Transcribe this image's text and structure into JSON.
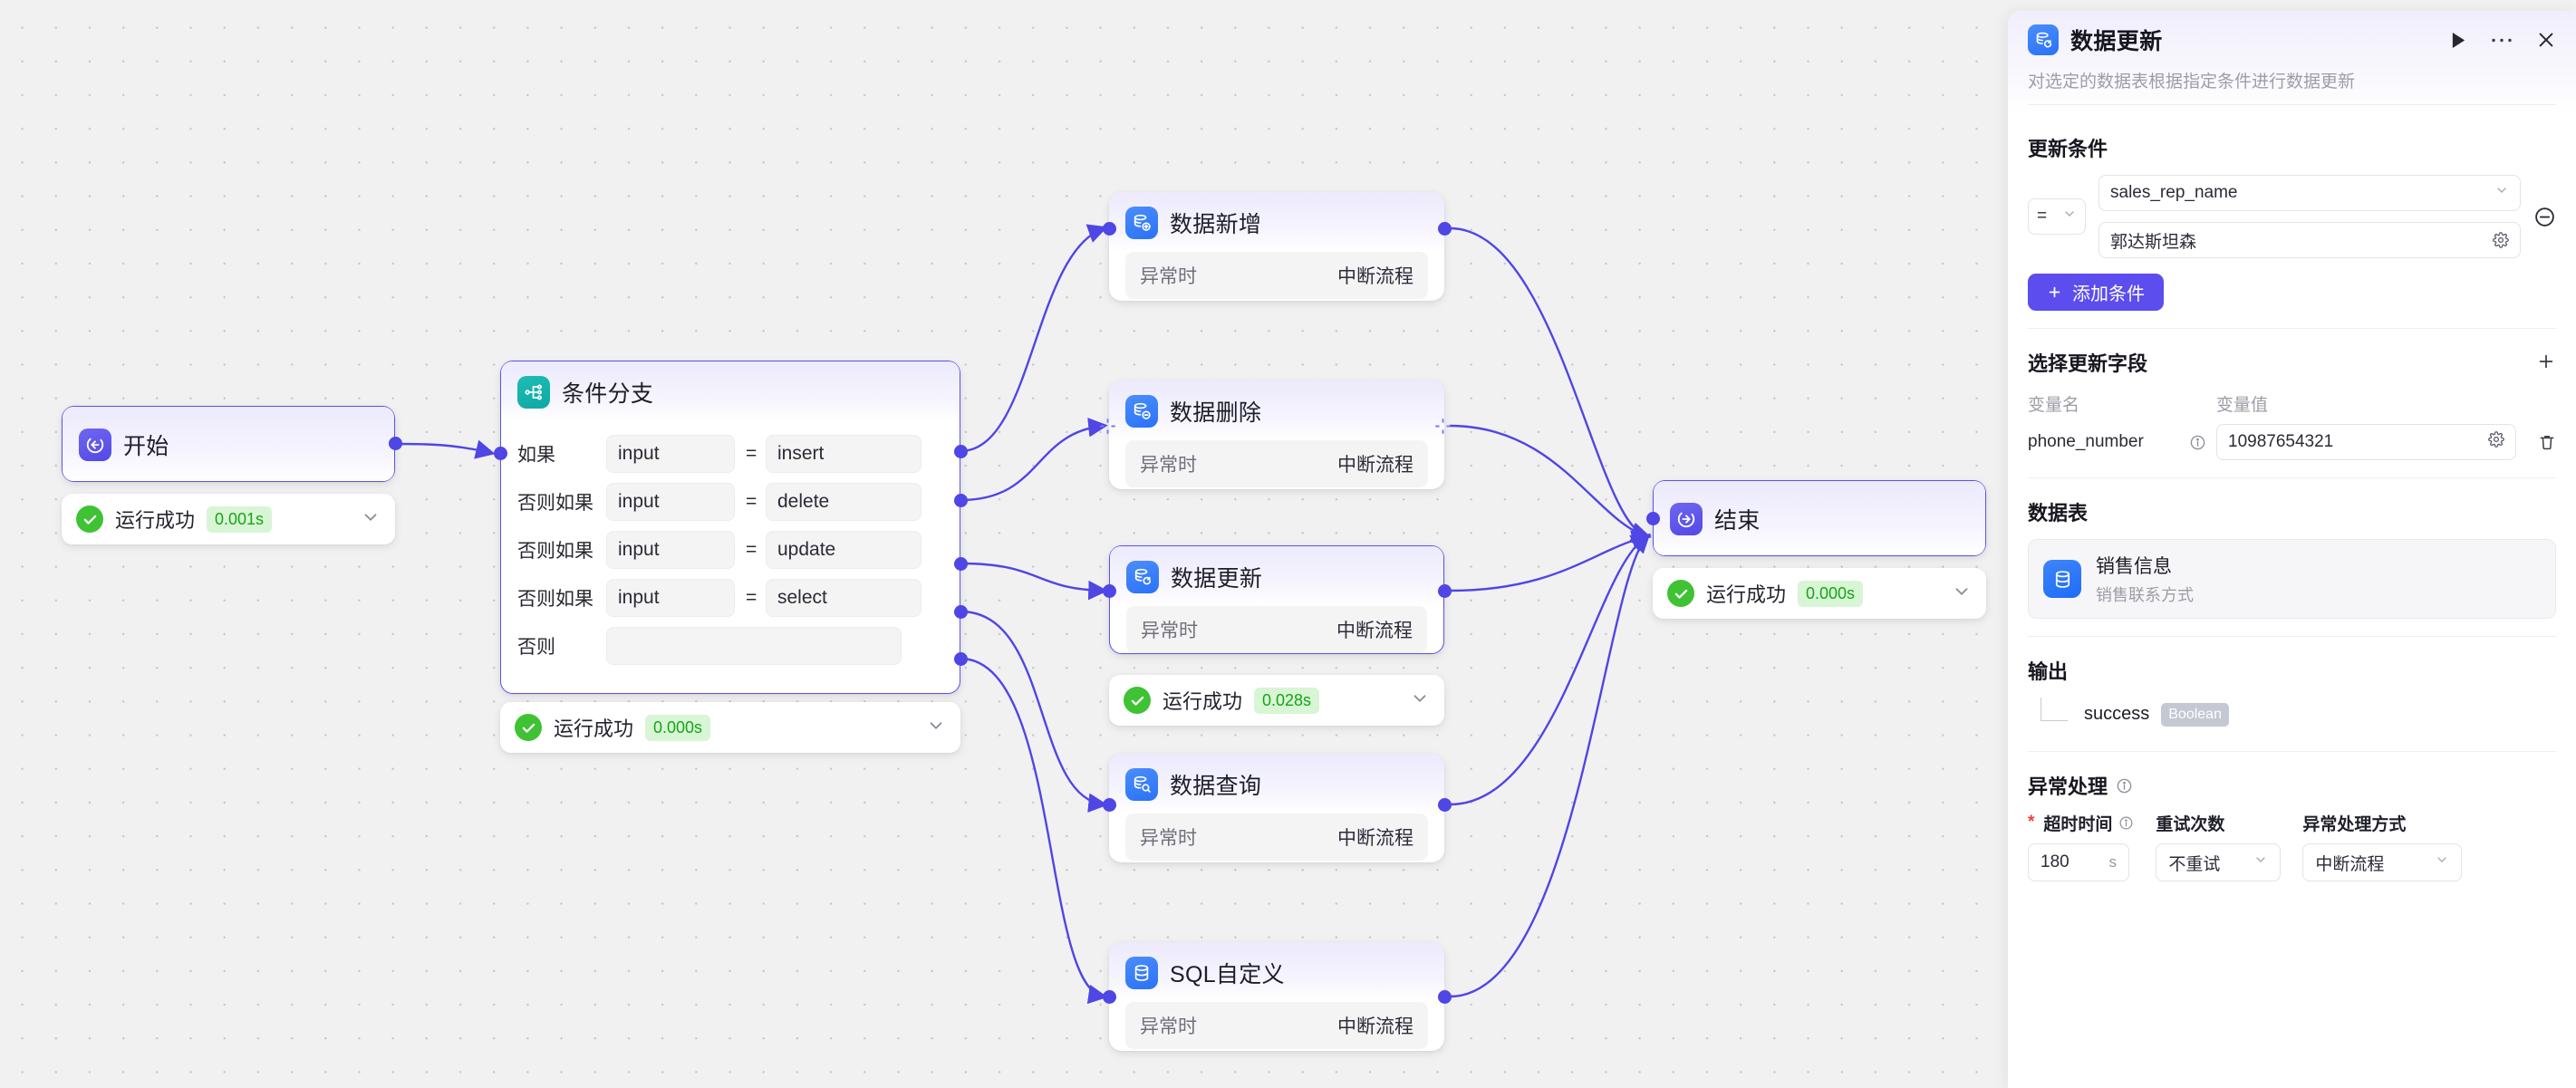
{
  "canvas": {
    "nodes": [
      {
        "id": "start",
        "title": "开始",
        "icon": "flow-start-icon",
        "run": {
          "label": "运行成功",
          "duration": "0.001s"
        }
      },
      {
        "id": "condition",
        "title": "条件分支",
        "icon": "branch-icon",
        "rows": [
          {
            "label": "如果",
            "left": "input",
            "op": "=",
            "right": "insert"
          },
          {
            "label": "否则如果",
            "left": "input",
            "op": "=",
            "right": "delete"
          },
          {
            "label": "否则如果",
            "left": "input",
            "op": "=",
            "right": "update"
          },
          {
            "label": "否则如果",
            "left": "input",
            "op": "=",
            "right": "select"
          },
          {
            "label": "否则",
            "left": "",
            "op": "",
            "right": ""
          }
        ],
        "run": {
          "label": "运行成功",
          "duration": "0.000s"
        }
      },
      {
        "id": "insert",
        "title": "数据新增",
        "icon": "db-add-icon",
        "exception": {
          "key": "异常时",
          "value": "中断流程"
        }
      },
      {
        "id": "delete",
        "title": "数据删除",
        "icon": "db-minus-icon",
        "exception": {
          "key": "异常时",
          "value": "中断流程"
        }
      },
      {
        "id": "update",
        "title": "数据更新",
        "icon": "db-refresh-icon",
        "exception": {
          "key": "异常时",
          "value": "中断流程"
        },
        "run": {
          "label": "运行成功",
          "duration": "0.028s"
        }
      },
      {
        "id": "query",
        "title": "数据查询",
        "icon": "db-search-icon",
        "exception": {
          "key": "异常时",
          "value": "中断流程"
        }
      },
      {
        "id": "sql",
        "title": "SQL自定义",
        "icon": "db-icon",
        "exception": {
          "key": "异常时",
          "value": "中断流程"
        }
      },
      {
        "id": "end",
        "title": "结束",
        "icon": "flow-end-icon",
        "run": {
          "label": "运行成功",
          "duration": "0.000s"
        }
      }
    ]
  },
  "panel": {
    "title": "数据更新",
    "icon": "db-refresh-icon",
    "description": "对选定的数据表根据指定条件进行数据更新",
    "actions": {
      "run": "run-icon",
      "more": "more-icon",
      "close": "close-icon"
    },
    "conditions": {
      "title": "更新条件",
      "operator": "=",
      "field": "sales_rep_name",
      "value": "郭达斯坦森",
      "add_button": "添加条件",
      "add_icon": "plus-icon",
      "remove_icon": "minus-circle-icon",
      "settings_icon": "gear-icon"
    },
    "update_fields": {
      "title": "选择更新字段",
      "add_icon": "plus-icon",
      "columns": {
        "name": "变量名",
        "value": "变量值"
      },
      "rows": [
        {
          "name": "phone_number",
          "value": "10987654321"
        }
      ]
    },
    "datatable": {
      "title": "数据表",
      "name": "销售信息",
      "desc": "销售联系方式",
      "icon": "database-icon"
    },
    "output": {
      "title": "输出",
      "items": [
        {
          "name": "success",
          "type": "Boolean"
        }
      ]
    },
    "exception": {
      "title": "异常处理",
      "timeout_label": "超时时间",
      "timeout_value": "180",
      "timeout_unit": "s",
      "retry_label": "重试次数",
      "retry_value": "不重试",
      "mode_label": "异常处理方式",
      "mode_value": "中断流程"
    }
  },
  "colors": {
    "accent": "#5b4dee",
    "edge": "#4f46e5",
    "success": "#3fc233",
    "success_bg": "#d8f5d6",
    "canvas_bg": "#f1f1f1"
  }
}
